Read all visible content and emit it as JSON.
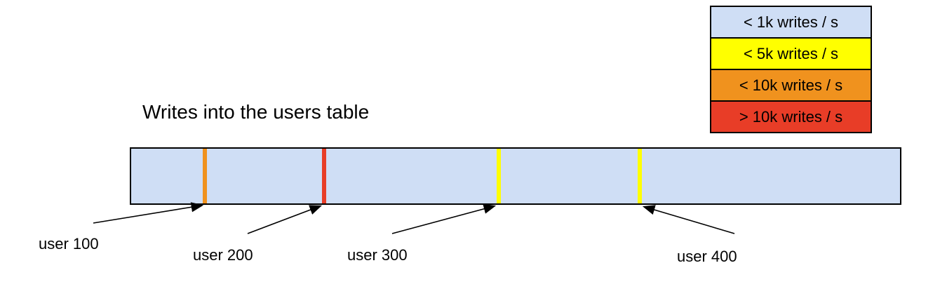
{
  "diagram": {
    "title": "Writes into the users table",
    "legend": {
      "items": [
        {
          "label": "< 1k writes / s",
          "color": "#cfdef5"
        },
        {
          "label": "< 5k writes / s",
          "color": "#ffff00"
        },
        {
          "label": "< 10k writes / s",
          "color": "#f0921e"
        },
        {
          "label": "> 10k writes / s",
          "color": "#e83d27"
        }
      ]
    },
    "table_bar": {
      "fill": "#cfdef5",
      "border_color": "#000000",
      "markers": [
        {
          "label": "user 100",
          "color": "#f0921e"
        },
        {
          "label": "user 200",
          "color": "#e83d27"
        },
        {
          "label": "user 300",
          "color": "#ffff00"
        },
        {
          "label": "user 400",
          "color": "#ffff00"
        }
      ]
    }
  }
}
